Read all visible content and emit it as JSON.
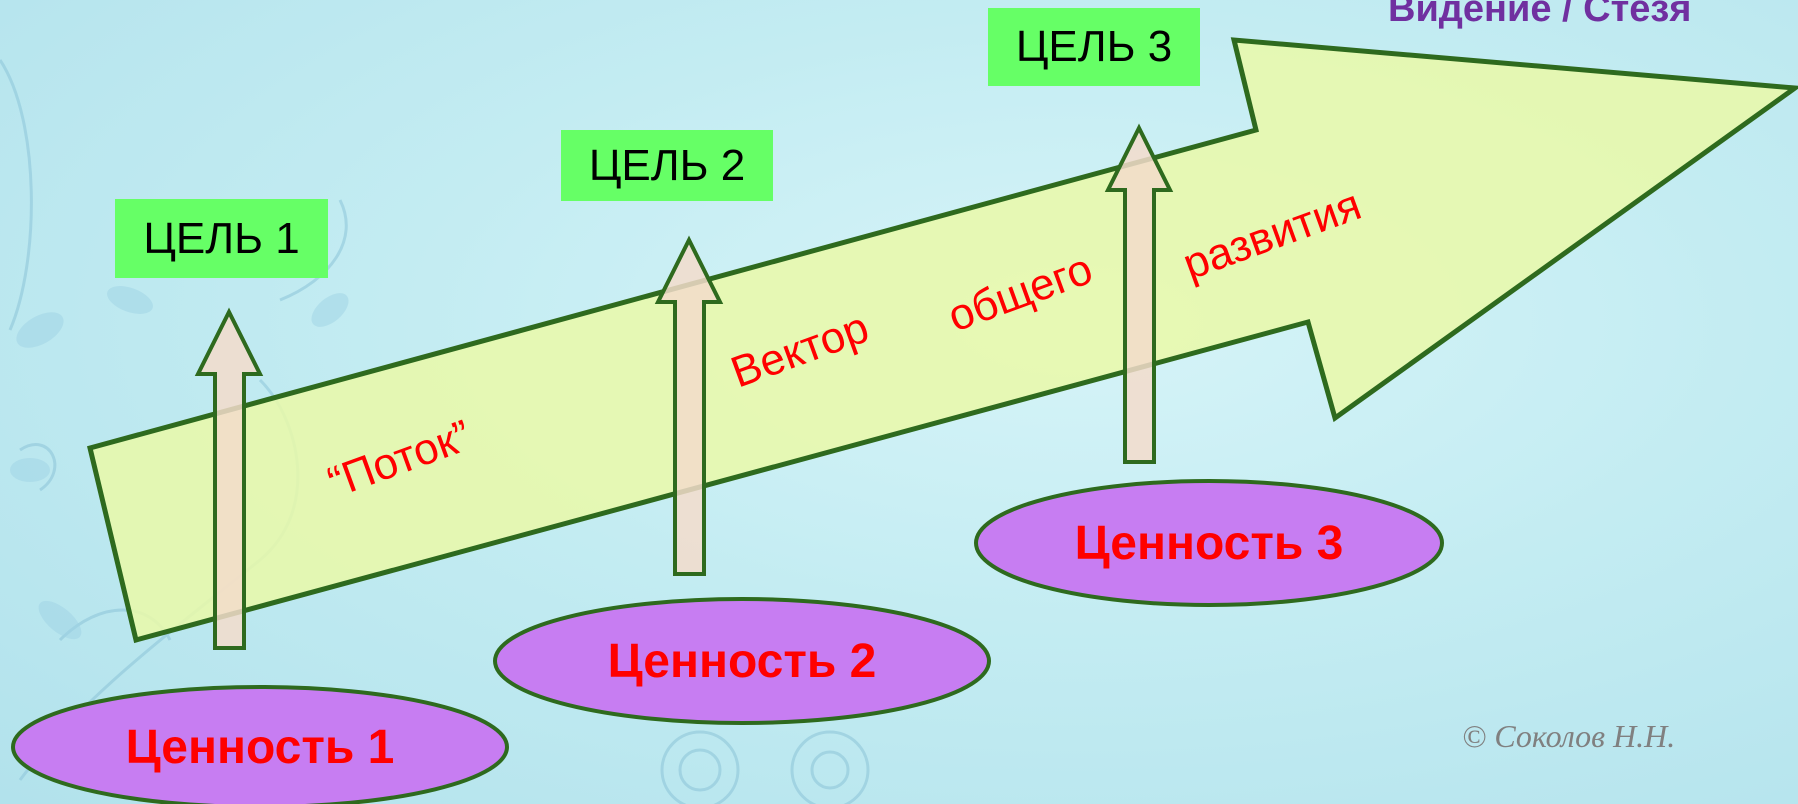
{
  "header": {
    "vision_label": "Видение / Стезя"
  },
  "main_arrow": {
    "label_flow": "“Поток”",
    "label_w1": "Вектор",
    "label_w2": "общего",
    "label_w3": "развития"
  },
  "goals": [
    {
      "label": "ЦЕЛЬ 1"
    },
    {
      "label": "ЦЕЛЬ 2"
    },
    {
      "label": "ЦЕЛЬ 3"
    }
  ],
  "values": [
    {
      "label": "Ценность 1"
    },
    {
      "label": "Ценность 2"
    },
    {
      "label": "Ценность 3"
    }
  ],
  "footer": {
    "copyright": "© Соколов Н.Н."
  },
  "colors": {
    "arrow_fill": "#eaf9a8",
    "arrow_stroke": "#2e6a1e",
    "goal_fill": "#66ff66",
    "value_fill": "#c77df2",
    "value_text": "#ff0000",
    "label_red": "#ff0000",
    "small_arrow_fill": "#f3dccb",
    "title_purple": "#7030a0"
  }
}
